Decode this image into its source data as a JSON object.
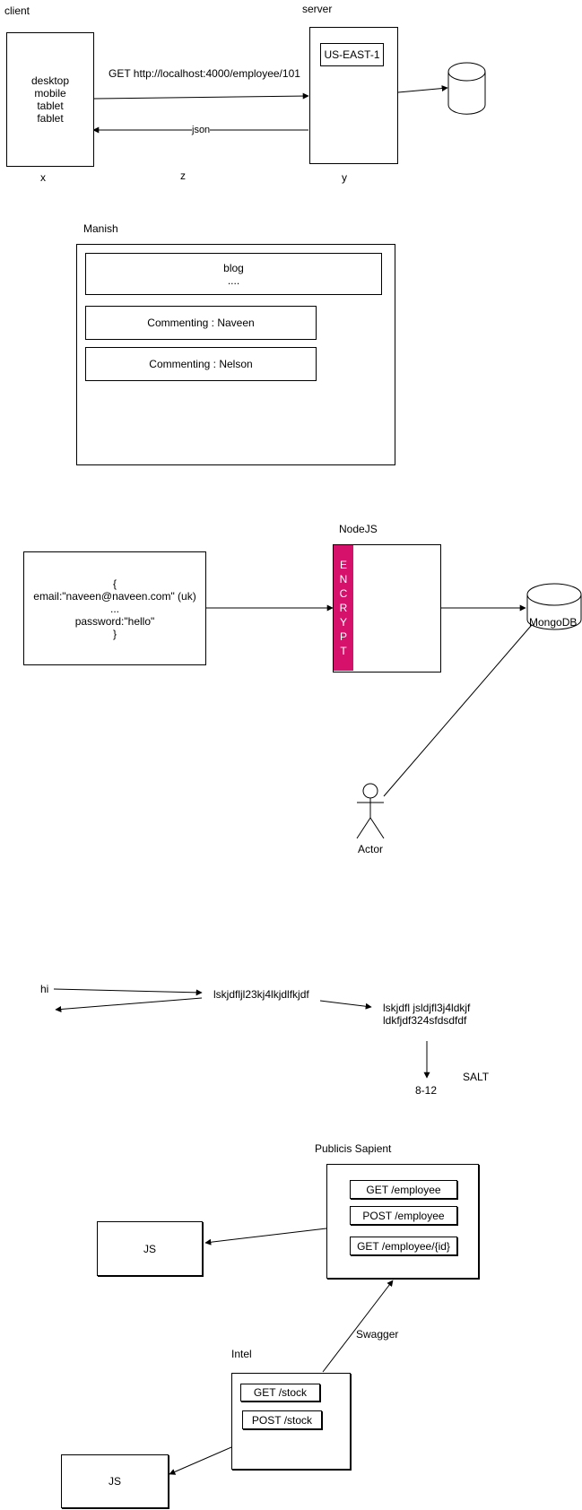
{
  "section1": {
    "client_title": "client",
    "client_box_text": "desktop\nmobile\ntablet\nfablet",
    "server_title": "server",
    "region_label": "US-EAST-1",
    "request_label": "GET http://localhost:4000/employee/101",
    "response_label": "json",
    "x_label": "x",
    "z_label": "z",
    "y_label": "y"
  },
  "section2": {
    "title": "Manish",
    "blog_text": "blog\n....",
    "comment1": "Commenting : Naveen",
    "comment2": "Commenting : Nelson",
    "heart_color": "#9b1c22"
  },
  "section3": {
    "payload_text": "{\nemail:\"naveen@naveen.com\" (uk)\n...\npassword:\"hello\"\n}",
    "nodejs_title": "NodeJS",
    "encrypt_letters": [
      "E",
      "N",
      "C",
      "R",
      "Y",
      "P",
      "T"
    ],
    "encrypt_color": "#d6116b",
    "db_label": "MongoDB",
    "actor_label": "Actor"
  },
  "section4": {
    "hi_label": "hi",
    "hash1": "lskjdfljl23kj4lkjdlfkjdf",
    "hash2": "lskjdfl jsldjfl3j4ldkjf\nldkfjdf324sfdsdfdf",
    "rounds_label": "8-12",
    "salt_label": "SALT"
  },
  "section5": {
    "company1": "Publicis Sapient",
    "endpoints1": [
      "GET /employee",
      "POST /employee",
      "GET /employee/{id}"
    ],
    "js_label_1": "JS",
    "swagger_label": "Swagger",
    "company2": "Intel",
    "endpoints2": [
      "GET /stock",
      "POST /stock"
    ],
    "js_label_2": "JS"
  }
}
